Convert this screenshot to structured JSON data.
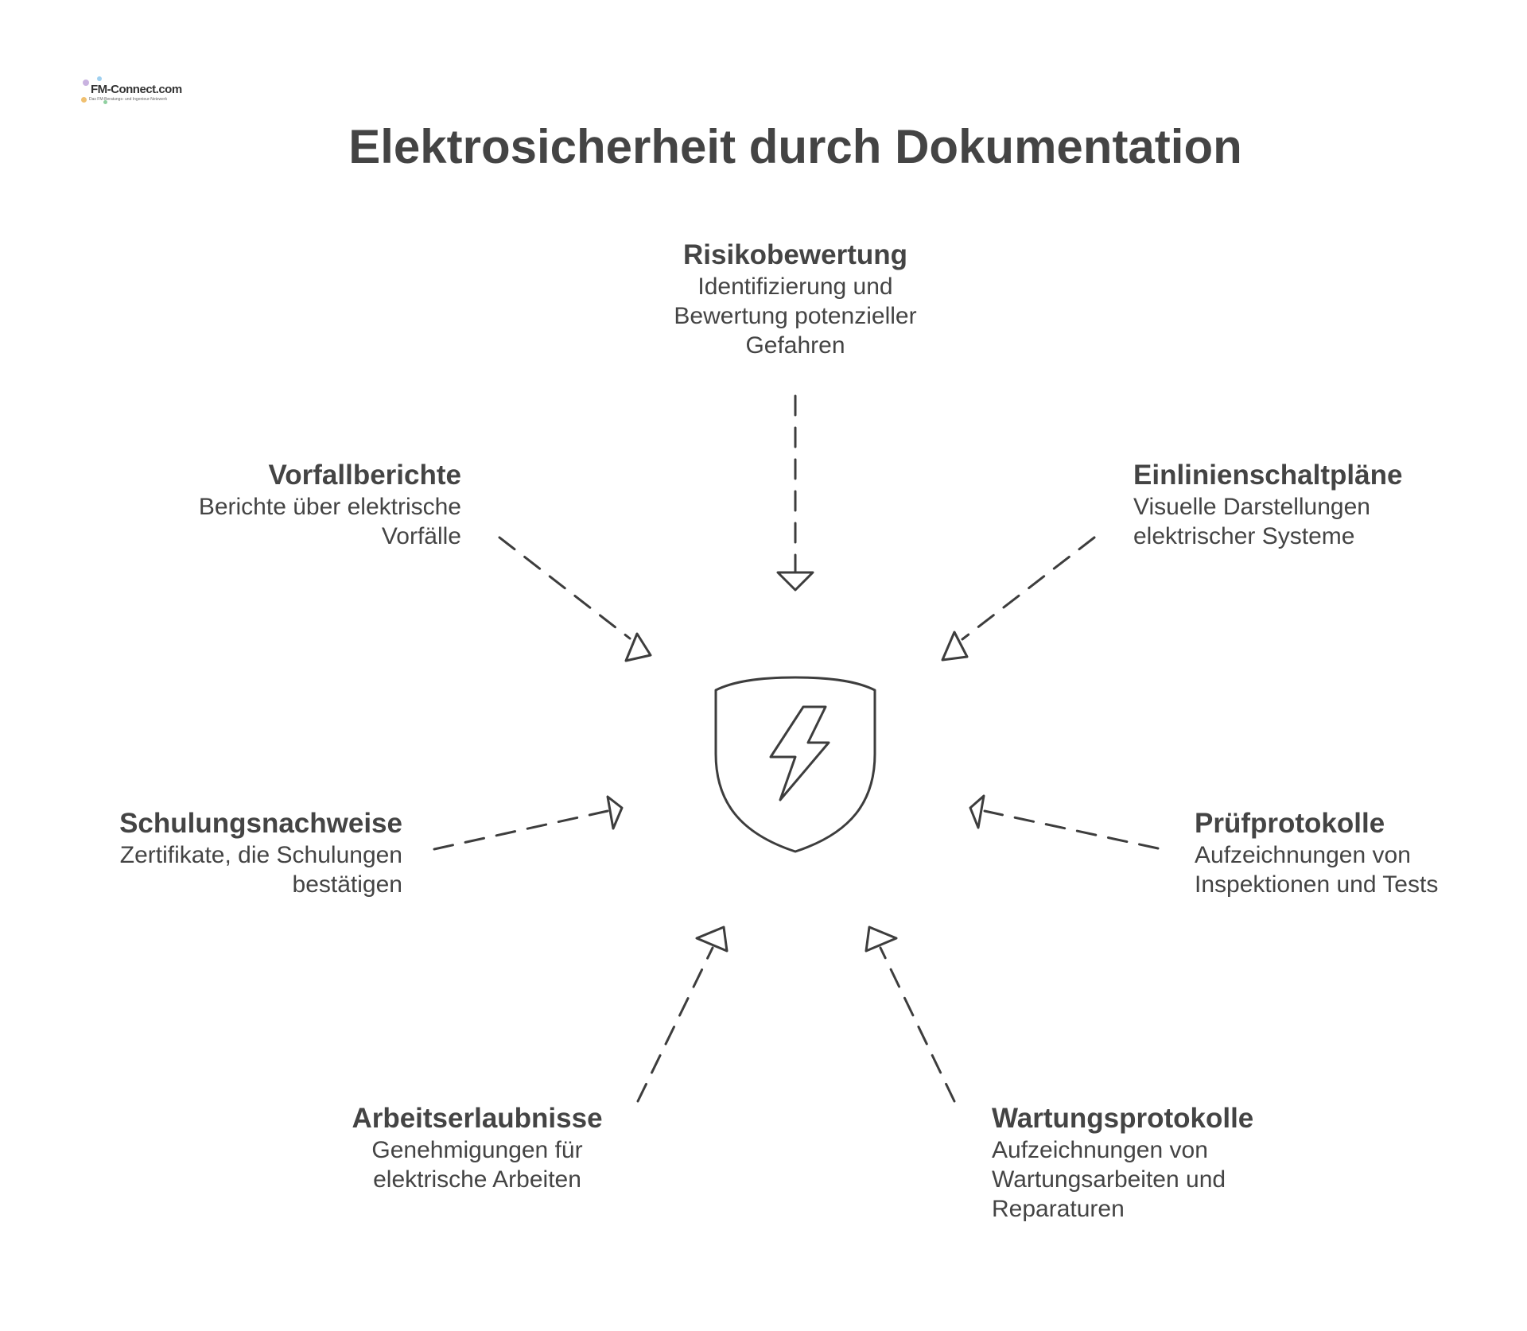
{
  "title": "Elektrosicherheit durch Dokumentation",
  "logo": {
    "text": "FM-Connect.com",
    "subtext": "Das FM-Beratungs- und Ingenieur-Netzwerk"
  },
  "center_icon": "shield-lightning-icon",
  "colors": {
    "text": "#444444",
    "stroke": "#3d3d3d"
  },
  "nodes": [
    {
      "id": "risk",
      "label": "Risikobewertung",
      "desc": "Identifizierung und\nBewertung potenzieller\nGefahren"
    },
    {
      "id": "incident",
      "label": "Vorfallberichte",
      "desc": "Berichte über elektrische\nVorfälle"
    },
    {
      "id": "diagram",
      "label": "Einlinienschaltpläne",
      "desc": "Visuelle Darstellungen\nelektrischer Systeme"
    },
    {
      "id": "training",
      "label": "Schulungsnachweise",
      "desc": "Zertifikate, die Schulungen\nbestätigen"
    },
    {
      "id": "test",
      "label": "Prüfprotokolle",
      "desc": "Aufzeichnungen von\nInspektionen und Tests"
    },
    {
      "id": "permit",
      "label": "Arbeitserlaubnisse",
      "desc": "Genehmigungen für\nelektrische Arbeiten"
    },
    {
      "id": "maintenance",
      "label": "Wartungsprotokolle",
      "desc": "Aufzeichnungen von\nWartungsarbeiten und\nReparaturen"
    }
  ]
}
